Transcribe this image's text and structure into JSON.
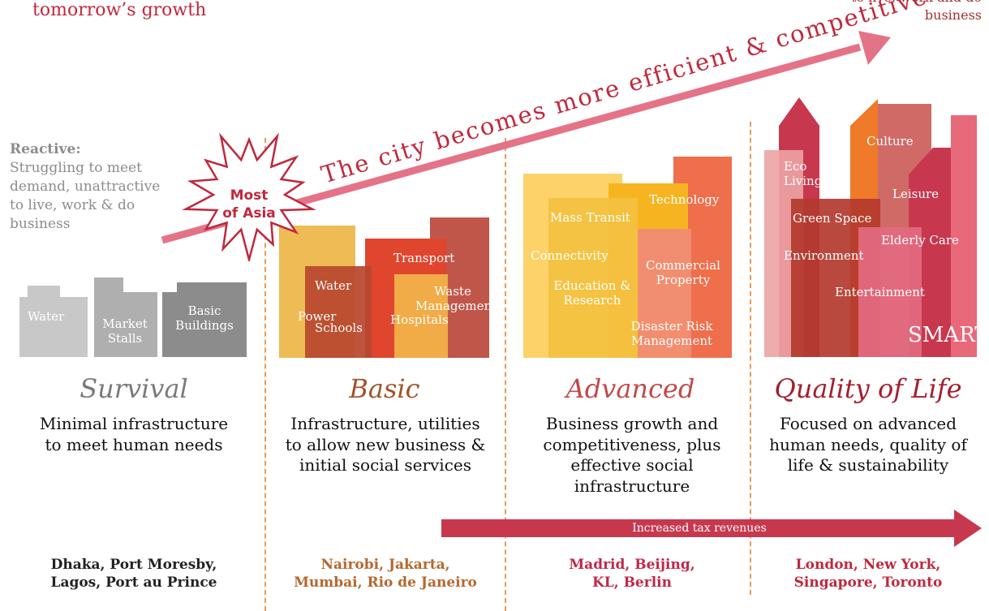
{
  "header": {
    "top_left": "tomorrow’s growth",
    "top_right": "to live, work and do business"
  },
  "arrow_text": "The city becomes more efficient & competitive",
  "starburst": {
    "line1": "Most",
    "line2": "of Asia"
  },
  "reactive": {
    "heading": "Reactive:",
    "text": "Struggling to meet demand, unattractive to live, work & do business"
  },
  "stages": [
    {
      "title": "Survival",
      "desc_lines": [
        "Minimal infrastructure",
        "to meet human needs"
      ],
      "cities_lines": [
        "Dhaka, Port Moresby,",
        "Lagos, Port au Prince"
      ],
      "blocks": {
        "water": "Water",
        "market": "Market Stalls",
        "basic": "Basic Buildings"
      }
    },
    {
      "title": "Basic",
      "desc_lines": [
        "Infrastructure, utilities",
        "to allow new business &",
        "initial social services"
      ],
      "cities_lines": [
        "Nairobi, Jakarta,",
        "Mumbai, Rio de Janeiro"
      ],
      "blocks": {
        "transport": "Transport",
        "water": "Water",
        "waste": "Waste Management",
        "power": "Power",
        "schools": "Schools",
        "hospitals": "Hospitals"
      }
    },
    {
      "title": "Advanced",
      "desc_lines": [
        "Business growth and",
        "competitiveness, plus",
        "effective social",
        "infrastructure"
      ],
      "cities_lines": [
        "Madrid, Beijing,",
        "KL, Berlin"
      ],
      "blocks": {
        "technology": "Technology",
        "mass_transit": "Mass Transit",
        "connectivity": "Connectivity",
        "commercial": "Commercial Property",
        "education": "Education & Research",
        "disaster": "Disaster Risk Management"
      }
    },
    {
      "title": "Quality of Life",
      "desc_lines": [
        "Focused on advanced",
        "human needs,  quality of",
        "life & sustainability"
      ],
      "cities_lines": [
        "London, New York,",
        "Singapore, Toronto"
      ],
      "blocks": {
        "culture": "Culture",
        "eco": "Eco Living",
        "leisure": "Leisure",
        "green": "Green Space",
        "elderly": "Elderly Care",
        "environment": "Environment",
        "entertainment": "Entertainment",
        "smart": "SMART"
      }
    }
  ],
  "tax_arrow": "Increased tax revenues",
  "colors": {
    "survival": "#7a7a7a",
    "basic": "#a0532b",
    "advanced": "#c04a4a",
    "quality": "#a51e2e",
    "cities_survival": "#222222",
    "cities_basic": "#b5682e",
    "cities_advanced": "#c0284a",
    "cities_quality": "#c0283c",
    "header": "#c0283c",
    "arrow": "#e57388",
    "arrow_text": "#c0283c",
    "dash": "#e99a5b"
  }
}
